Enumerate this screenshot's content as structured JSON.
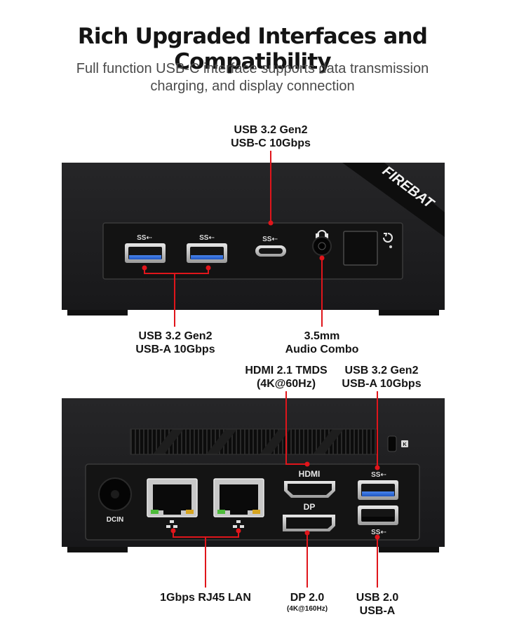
{
  "header": {
    "title": "Rich Upgraded Interfaces and Compatibility",
    "subtitle_line1": "Full function USB-C interface supports data transmission",
    "subtitle_line2": "charging, and display connection"
  },
  "front_panel": {
    "brand": "FIREBAT",
    "usbc_label_1": "USB 3.2 Gen2",
    "usbc_label_2": "USB-C 10Gbps",
    "usba_label_1": "USB 3.2 Gen2",
    "usba_label_2": "USB-A 10Gbps",
    "audio_label_1": "3.5mm",
    "audio_label_2": "Audio Combo",
    "ss_logo": "SS⇠"
  },
  "rear_panel": {
    "hdmi_label_1": "HDMI 2.1 TMDS",
    "hdmi_label_2": "(4K@60Hz)",
    "usba_top_label_1": "USB 3.2 Gen2",
    "usba_top_label_2": "USB-A 10Gbps",
    "lan_label": "1Gbps RJ45 LAN",
    "dp_label_1": "DP 2.0",
    "dp_label_2": "(4K@160Hz)",
    "usb2_label_1": "USB 2.0",
    "usb2_label_2": "USB-A",
    "port_hdmi": "HDMI",
    "port_dp": "DP",
    "port_dcin": "DCIN",
    "ss_logo": "SS⇠"
  },
  "colors": {
    "chassis": "#1d1d1f",
    "panel": "#121212",
    "callout": "#e0151b",
    "usb3_blue": "#2a66d9"
  },
  "icons": [
    "power-icon",
    "headphone-icon",
    "lock-icon",
    "network-icon",
    "usb-superspeed-icon"
  ]
}
